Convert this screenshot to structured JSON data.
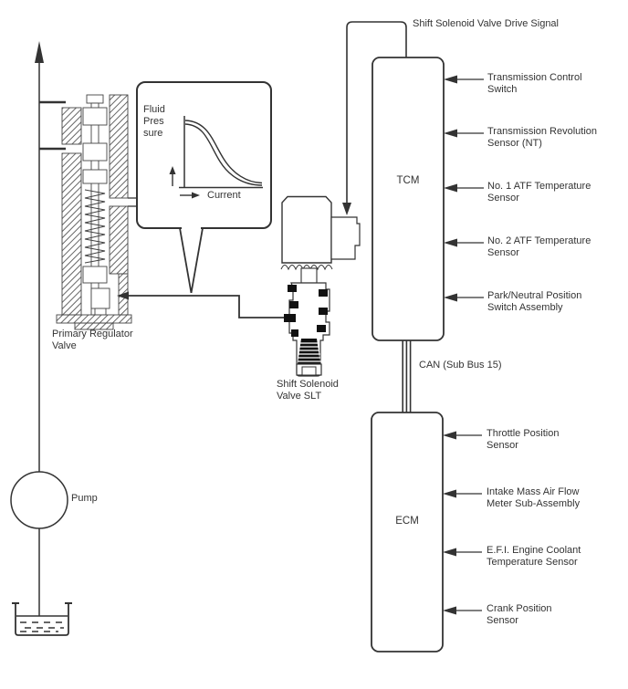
{
  "labels": {
    "drive_signal": "Shift Solenoid Valve Drive Signal",
    "can_bus": "CAN (Sub Bus 15)",
    "primary_regulator_valve": "Primary Regulator\nValve",
    "shift_solenoid_valve": "Shift Solenoid\nValve SLT",
    "pump": "Pump"
  },
  "tcm": {
    "name": "TCM",
    "inputs": [
      {
        "label": "Transmission Control\nSwitch"
      },
      {
        "label": "Transmission Revolution\nSensor (NT)"
      },
      {
        "label": "No. 1 ATF Temperature\nSensor"
      },
      {
        "label": "No. 2 ATF Temperature\nSensor"
      },
      {
        "label": "Park/Neutral Position\nSwitch Assembly"
      }
    ]
  },
  "ecm": {
    "name": "ECM",
    "inputs": [
      {
        "label": "Throttle Position\nSensor"
      },
      {
        "label": "Intake Mass Air Flow\nMeter Sub-Assembly"
      },
      {
        "label": "E.F.I. Engine Coolant\nTemperature Sensor"
      },
      {
        "label": "Crank Position\nSensor"
      }
    ]
  },
  "chart_data": {
    "type": "line",
    "title": "",
    "xlabel": "Current",
    "ylabel": "Fluid Pressure",
    "ylabel_display": "Fluid\nPres\nsure",
    "grid": false,
    "legend": false,
    "series": [
      {
        "name": "fluid pressure vs current (upper curve)",
        "x": [
          0.0,
          0.15,
          0.35,
          0.55,
          0.75,
          1.0
        ],
        "y": [
          1.0,
          0.96,
          0.72,
          0.4,
          0.12,
          0.05
        ]
      },
      {
        "name": "fluid pressure vs current (lower curve)",
        "x": [
          0.0,
          0.15,
          0.35,
          0.55,
          0.75,
          1.0
        ],
        "y": [
          0.95,
          0.91,
          0.67,
          0.35,
          0.08,
          0.02
        ]
      }
    ],
    "trend": "decreasing S-curve: high fluid pressure at zero current falling to low pressure at high current"
  },
  "colors": {
    "line": "#333333",
    "text": "#333333",
    "background": "#ffffff"
  }
}
